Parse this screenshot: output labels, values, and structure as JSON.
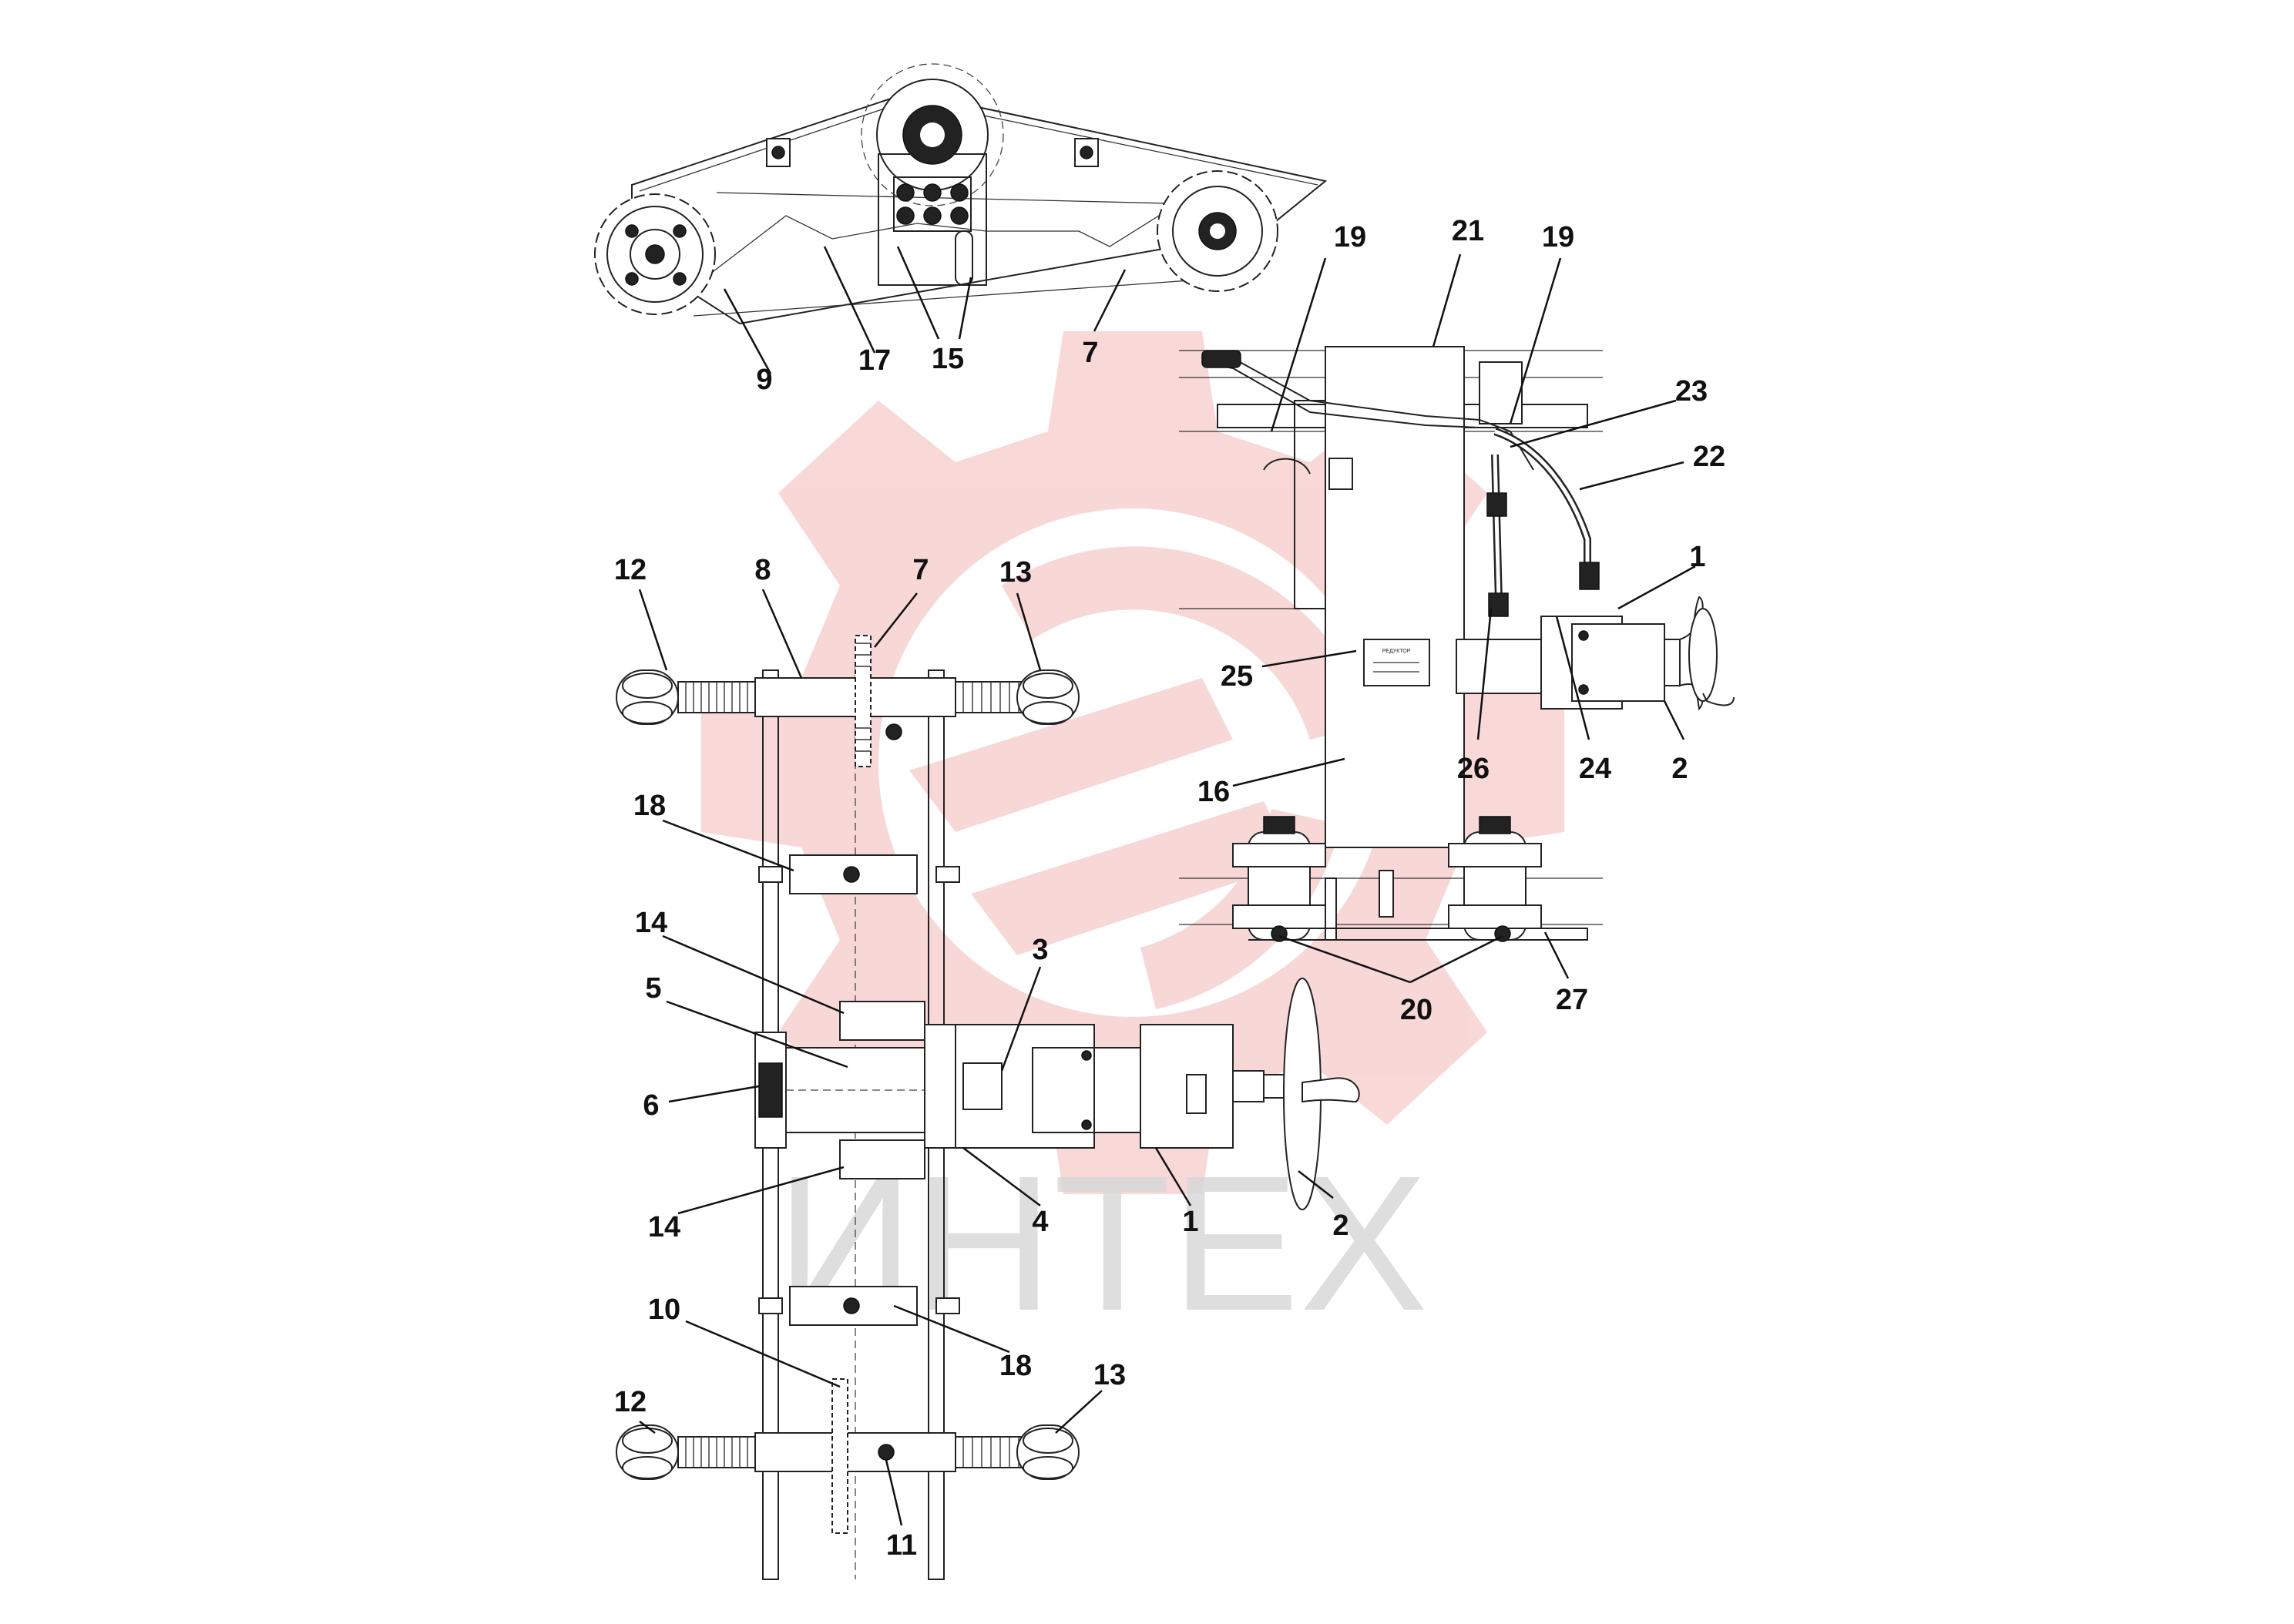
{
  "watermark": {
    "text": "ИНТЕХ",
    "gear_color": "#f4b8b8",
    "text_color": "#d9d9d9"
  },
  "callouts": {
    "top_view": {
      "c9": "9",
      "c17": "17",
      "c15": "15",
      "c7": "7"
    },
    "side_view": {
      "c19a": "19",
      "c21": "21",
      "c19b": "19",
      "c23": "23",
      "c22": "22",
      "c1": "1",
      "c25": "25",
      "c26": "26",
      "c24": "24",
      "c2": "2",
      "c16": "16",
      "c20": "20",
      "c27": "27"
    },
    "front_view": {
      "c12a": "12",
      "c8": "8",
      "c7": "7",
      "c13a": "13",
      "c18a": "18",
      "c14a": "14",
      "c5": "5",
      "c3": "3",
      "c6": "6",
      "c14b": "14",
      "c4": "4",
      "c1": "1",
      "c2": "2",
      "c18b": "18",
      "c10": "10",
      "c12b": "12",
      "c13b": "13",
      "c11": "11"
    }
  },
  "plate_text": "РЕДУКТОР"
}
